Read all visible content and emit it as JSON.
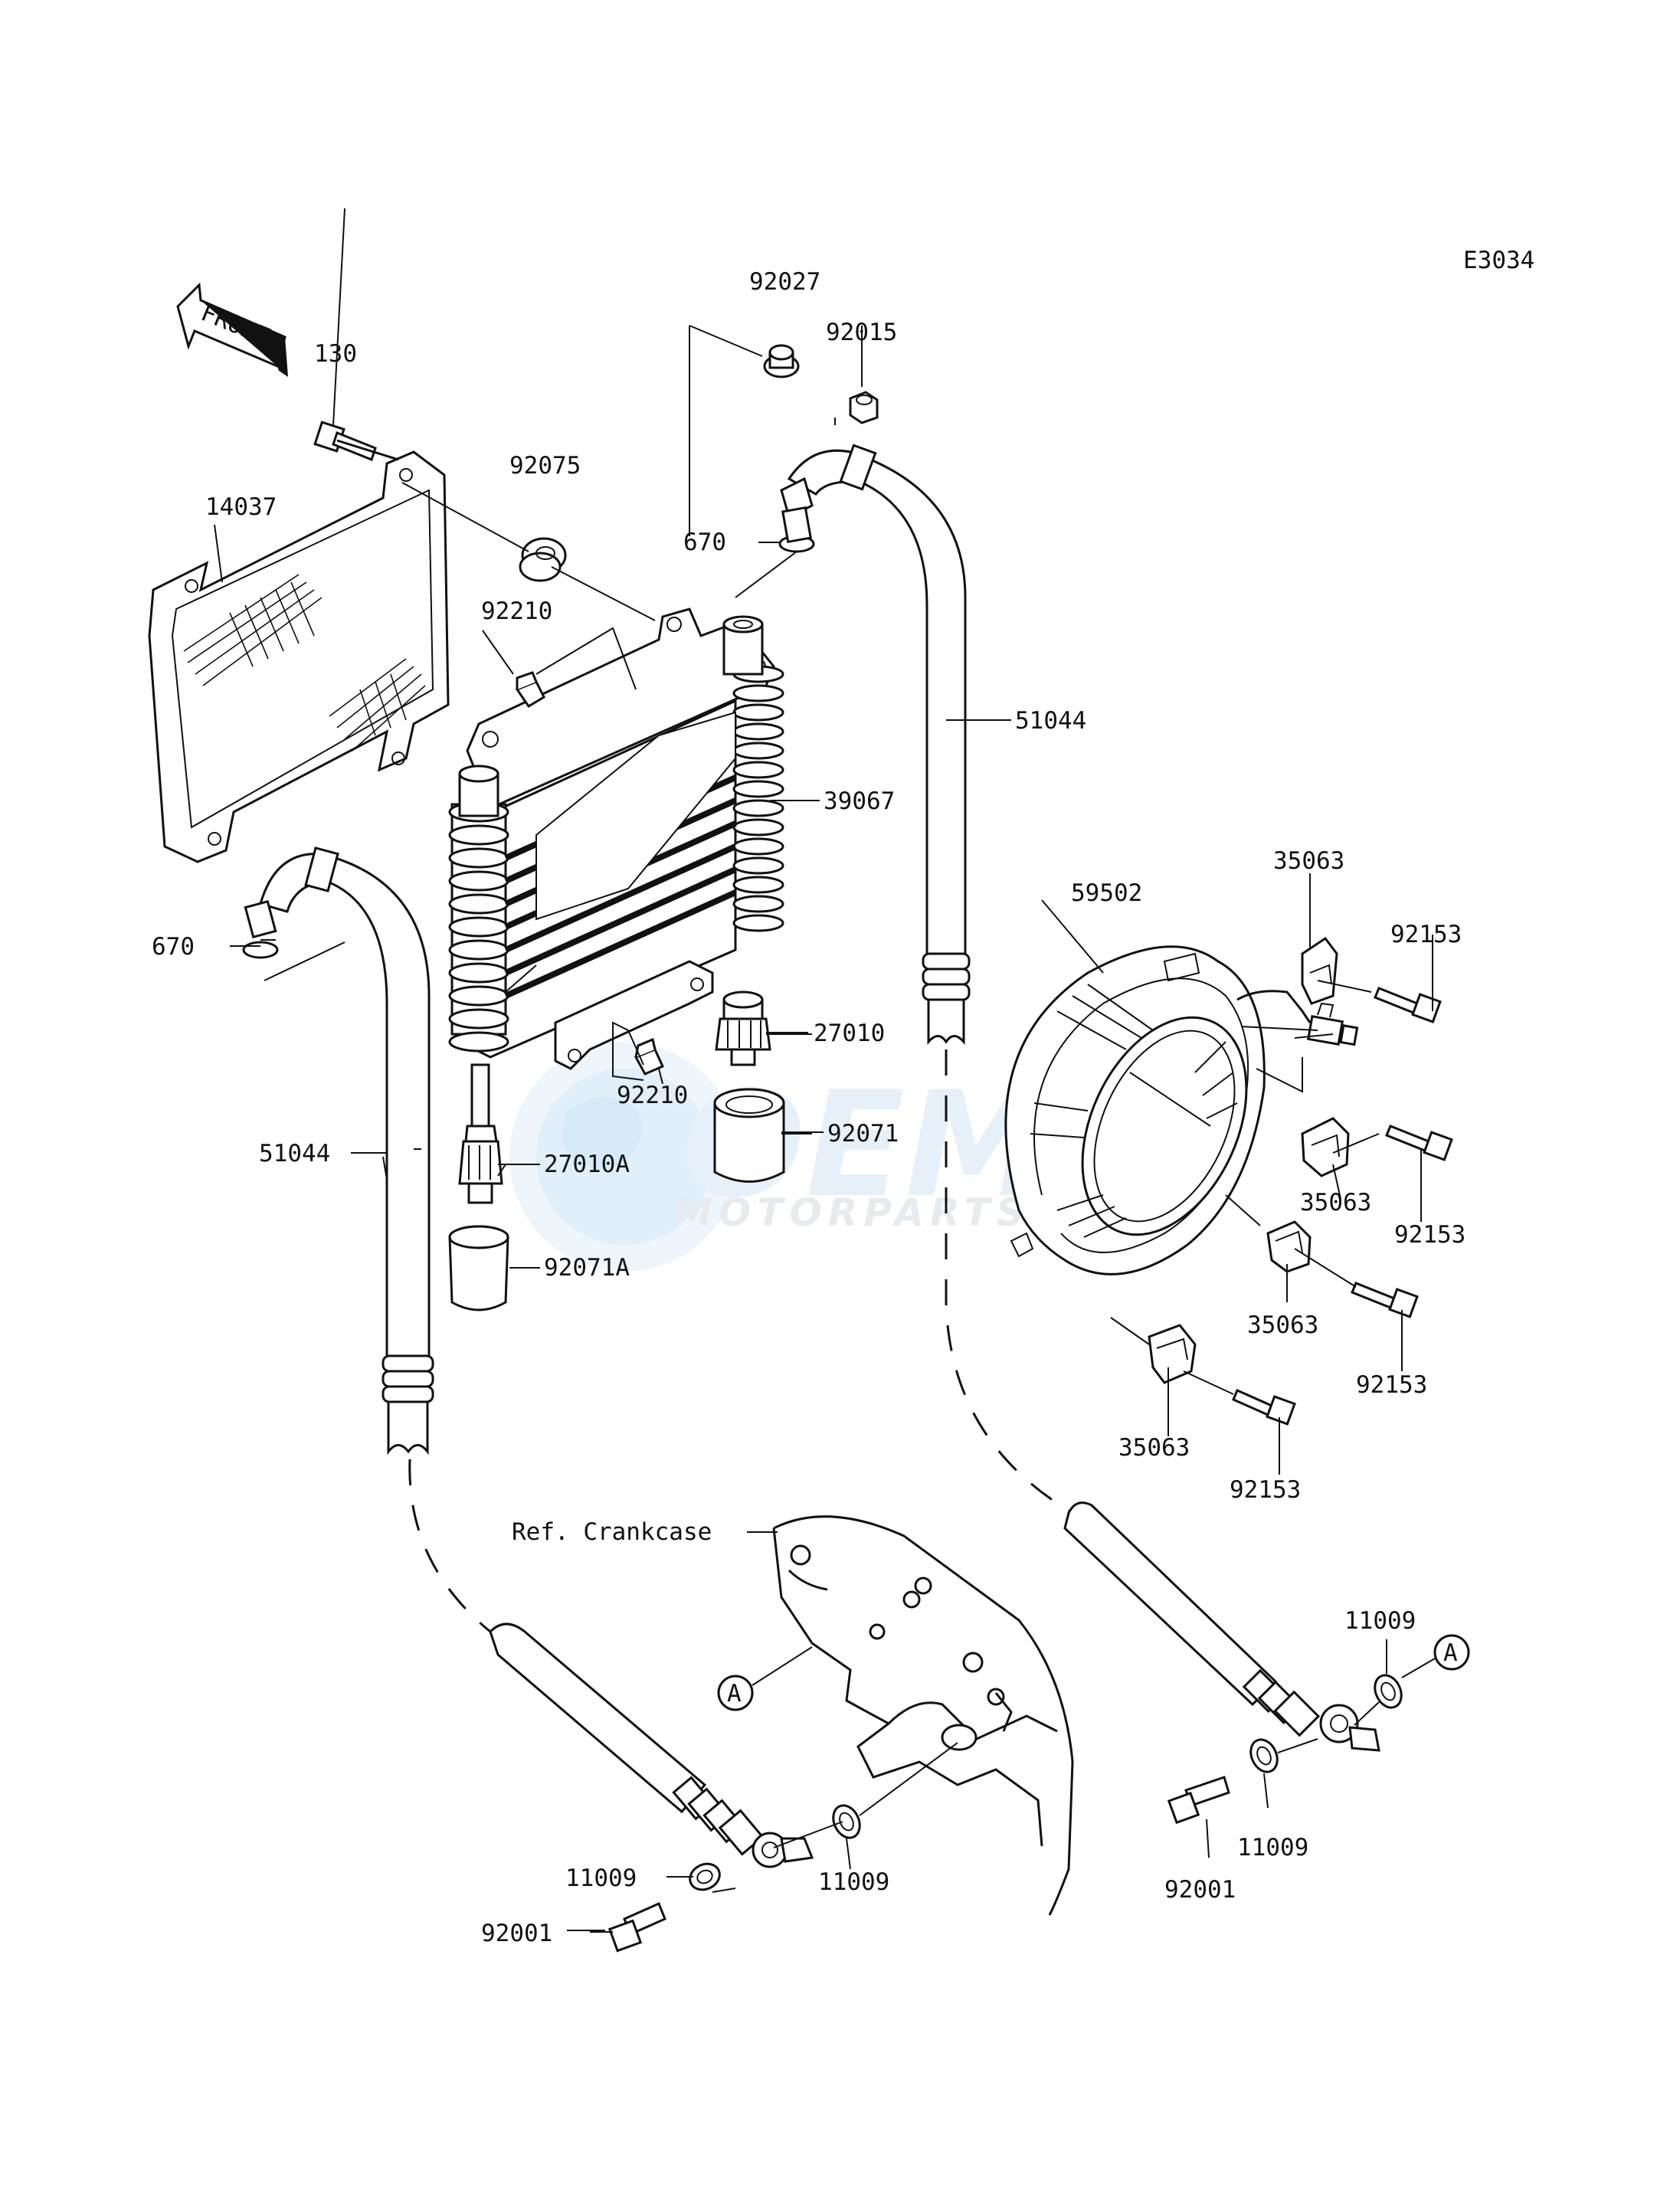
{
  "diagram_code": "E3034",
  "front_label": "FRONT",
  "reference_label": "Ref. Crankcase",
  "circle_ref": "A",
  "watermark": {
    "brand": "OEM",
    "sub": "MOTORPARTS"
  },
  "part_labels": {
    "p92027": "92027",
    "p92015": "92015",
    "p130": "130",
    "p92075": "92075",
    "p14037": "14037",
    "p670_top": "670",
    "p92210_top": "92210",
    "p51044_right": "51044",
    "p39067": "39067",
    "p670_left": "670",
    "p59502": "59502",
    "p35063_a": "35063",
    "p92153_a": "92153",
    "p27010": "27010",
    "p92210_bottom": "92210",
    "p92071": "92071",
    "p51044_left": "51044",
    "p27010A": "27010A",
    "p35063_b": "35063",
    "p92153_b": "92153",
    "p92071A": "92071A",
    "p35063_c": "35063",
    "p92153_c": "92153",
    "p35063_d": "35063",
    "p92153_d": "92153",
    "p11009_r1": "11009",
    "p11009_r2": "11009",
    "p92001_r": "92001",
    "p11009_l1": "11009",
    "p11009_l2": "11009",
    "p92001_l": "92001"
  }
}
